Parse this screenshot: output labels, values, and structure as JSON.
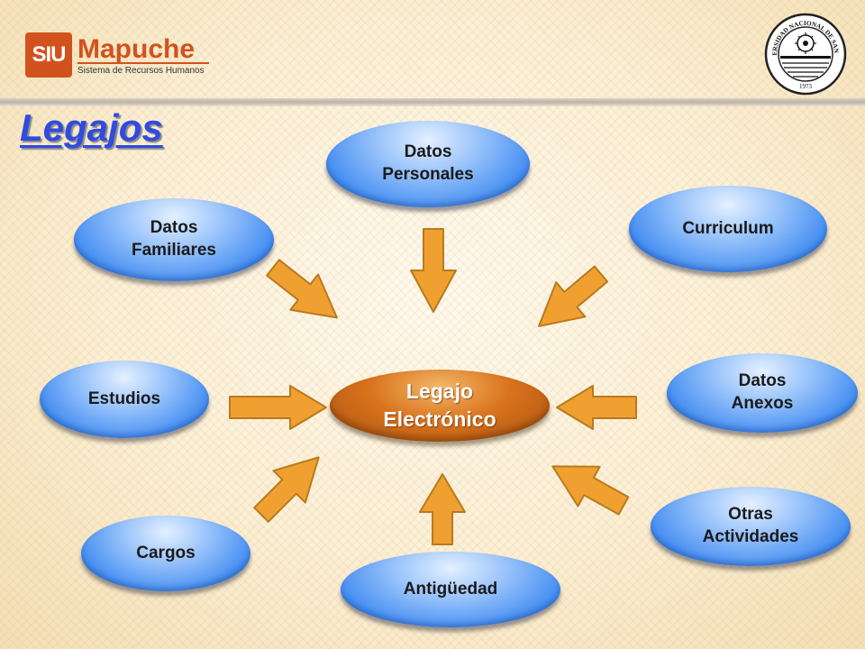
{
  "header": {
    "logo_mark": "SIU",
    "logo_name": "Mapuche",
    "logo_subtitle": "Sistema de Recursos Humanos",
    "seal_text": "UNIVERSIDAD NACIONAL DE SAN JUAN",
    "seal_year": "1973"
  },
  "title": "Legajos",
  "center": {
    "label": "Legajo\nElectrónico"
  },
  "nodes": {
    "datos_personales": "Datos\nPersonales",
    "datos_familiares": "Datos\nFamiliares",
    "curriculum": "Curriculum",
    "estudios": "Estudios",
    "datos_anexos": "Datos\nAnexos",
    "cargos": "Cargos",
    "otras_actividades": "Otras\nActividades",
    "antiguedad": "Antigüedad"
  },
  "colors": {
    "node_blue": "#3a87f0",
    "center_orange": "#d9731d",
    "arrow_fill": "#f0a030",
    "arrow_stroke": "#b87a1e",
    "title_blue": "#2f4be0",
    "logo_orange": "#d2521d"
  }
}
